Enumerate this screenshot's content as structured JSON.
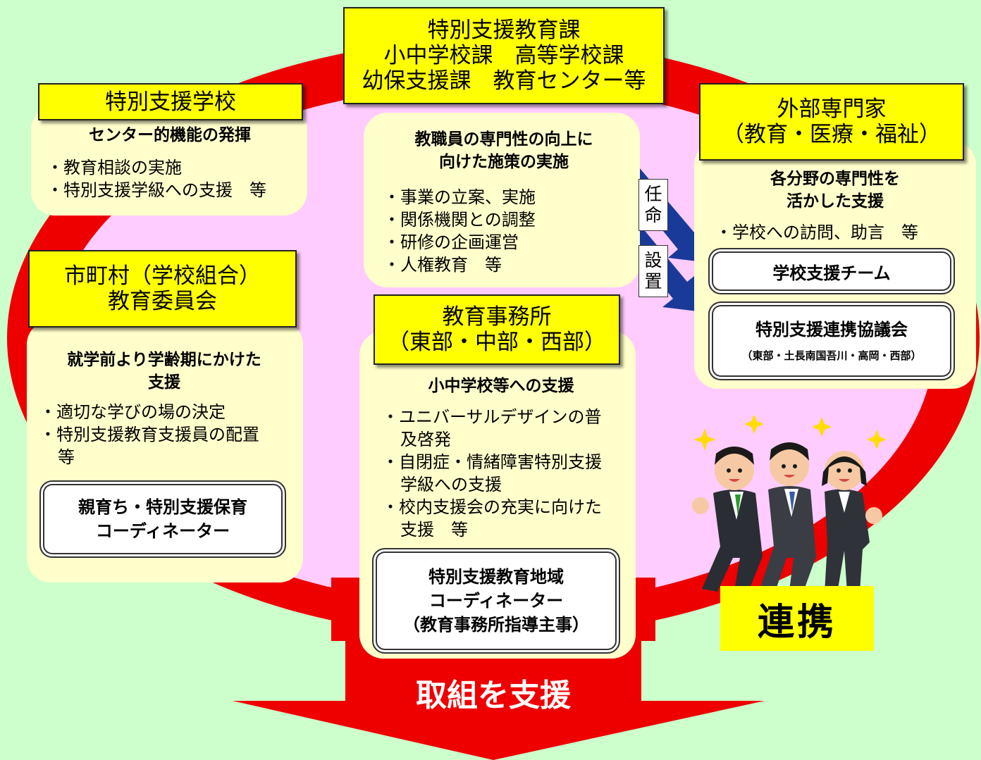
{
  "center": {
    "title": [
      "特別支援教育課",
      "小中学校課　高等学校課",
      "幼保支援課　教育センター等"
    ],
    "heading": [
      "教職員の専門性の向上に",
      "向けた施策の実施"
    ],
    "bullets": [
      "・事業の立案、実施",
      "・関係機関との調整",
      "・研修の企画運営",
      "・人権教育　等"
    ]
  },
  "school": {
    "title": "特別支援学校",
    "heading": "センター的機能の発揮",
    "bullets": [
      "・教育相談の実施",
      "・特別支援学級への支援　等"
    ]
  },
  "municipal": {
    "title": [
      "市町村（学校組合）",
      "教育委員会"
    ],
    "heading": [
      "就学前より学齢期にかけた",
      "支援"
    ],
    "bullets": [
      "・適切な学びの場の決定",
      "・特別支援教育支援員の配置等"
    ],
    "coordinator": [
      "親育ち・特別支援保育",
      "コーディネーター"
    ]
  },
  "office": {
    "title": [
      "教育事務所",
      "（東部・中部・西部）"
    ],
    "heading": "小中学校等への支援",
    "bullets": [
      "・ユニバーサルデザインの普及啓発",
      "・自閉症・情緒障害特別支援学級への支援",
      "・校内支援会の充実に向けた支援　等"
    ],
    "coordinator": [
      "特別支援教育地域",
      "コーディネーター",
      "（教育事務所指導主事）"
    ]
  },
  "expert": {
    "title": [
      "外部専門家",
      "（教育・医療・福祉）"
    ],
    "heading": [
      "各分野の専門性を",
      "活かした支援"
    ],
    "bullet": "・学校への訪問、助言　等",
    "team": "学校支援チーム",
    "council": "特別支援連携協議会",
    "council_sub": "（東部・土長南国吾川・高岡・西部）"
  },
  "arrows": {
    "appoint": [
      "任",
      "命"
    ],
    "establish": [
      "設",
      "置"
    ]
  },
  "cooperation": "連携",
  "support_label": "取組を支援",
  "colors": {
    "background": "#ccffcc",
    "ring": "#ee0000",
    "inner": "#ffccff",
    "title_box": "#ffff00",
    "card": "#ffffcc",
    "arrow": "#1a3a9a"
  },
  "illustration": "three-businesspeople-arm-in-arm"
}
